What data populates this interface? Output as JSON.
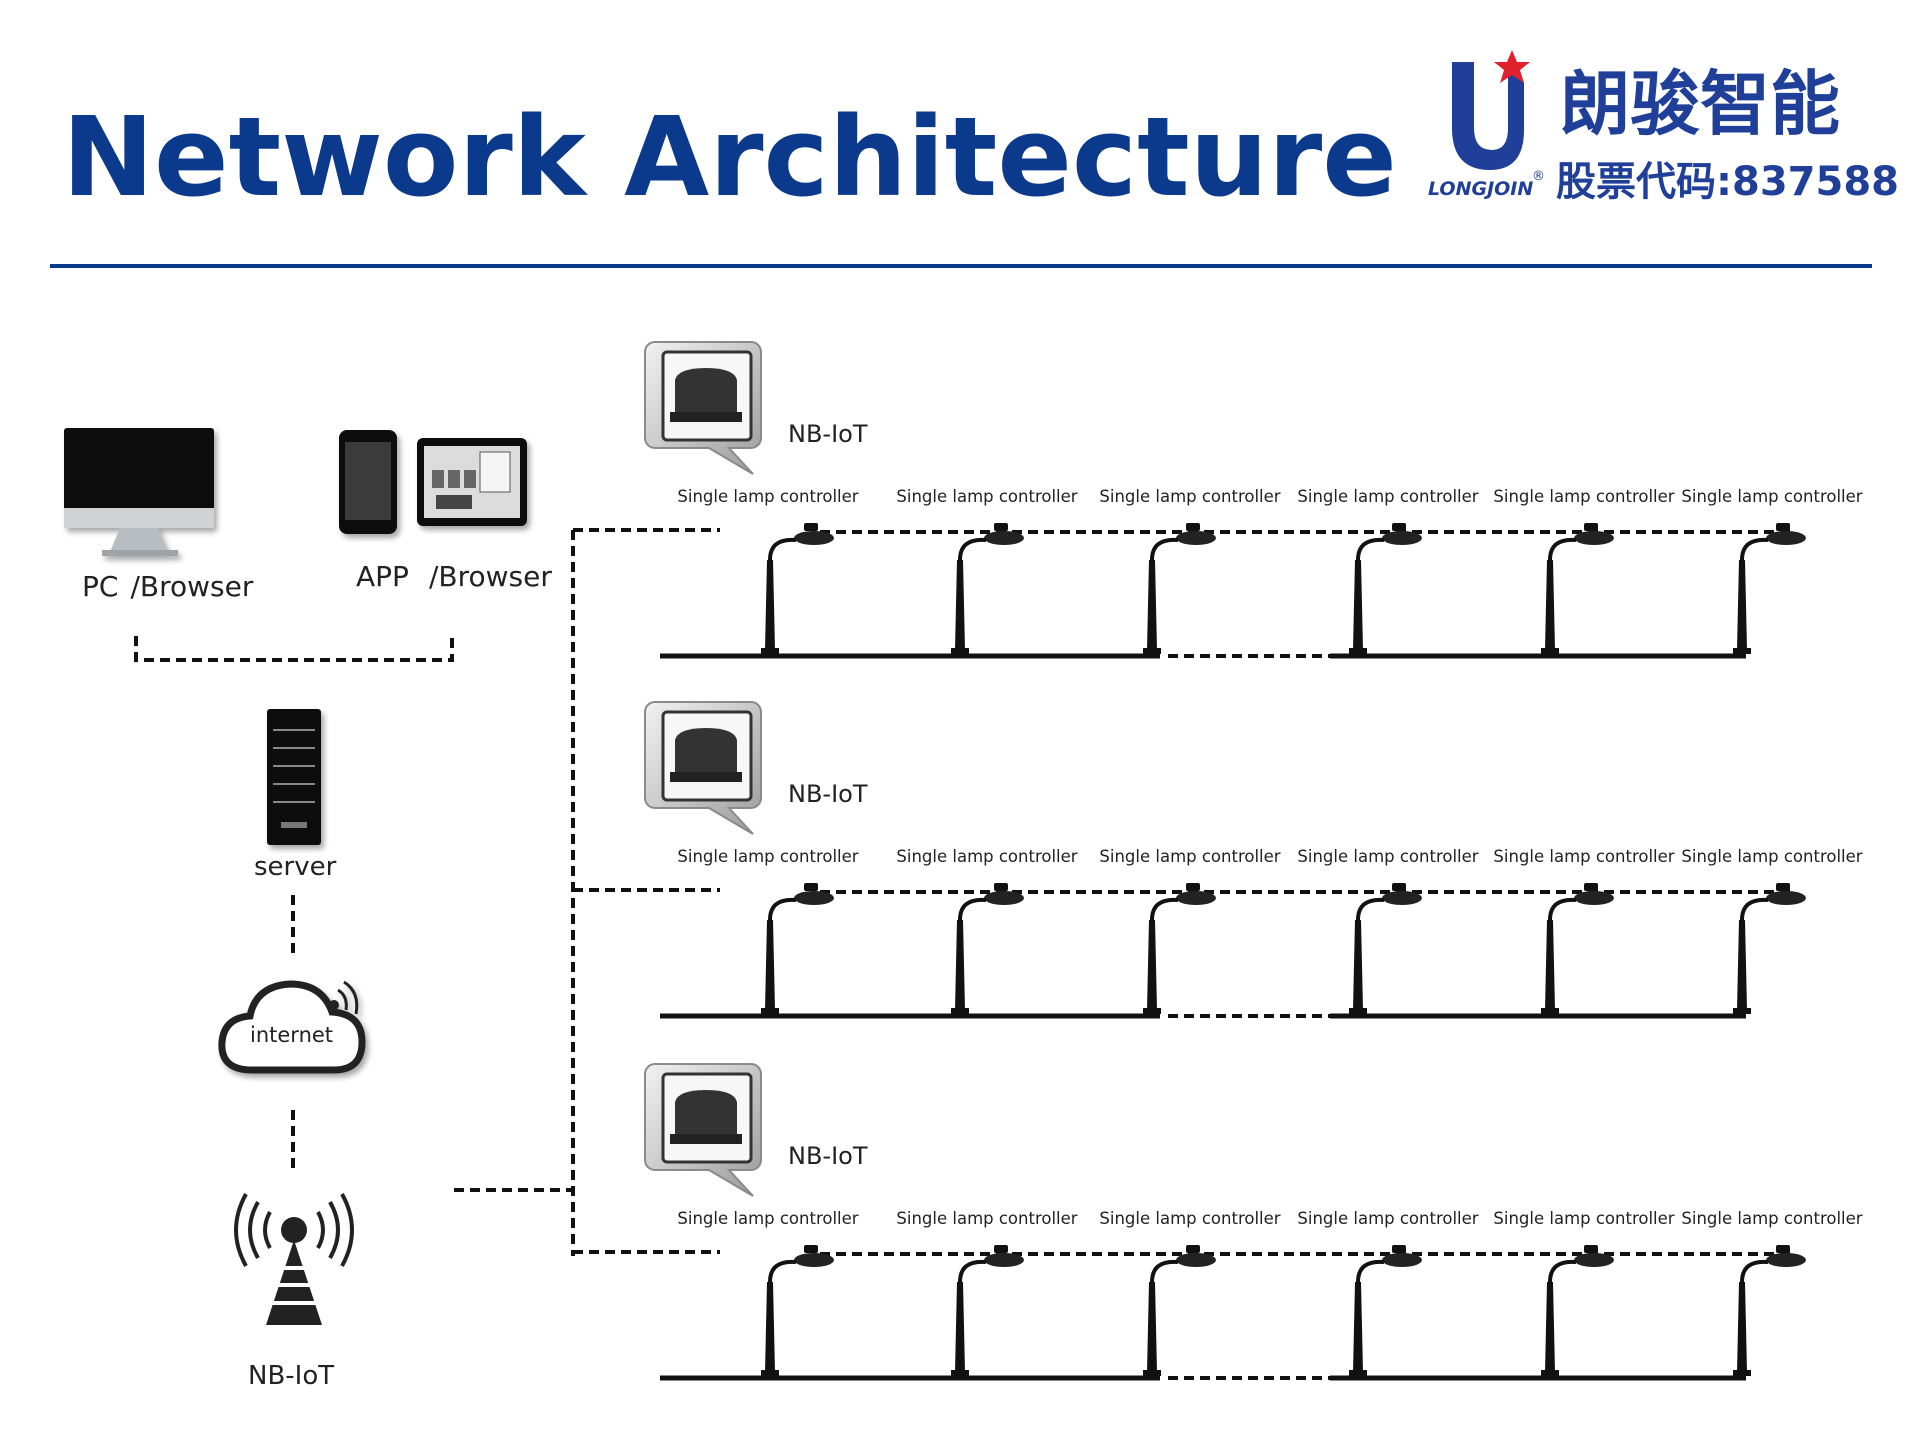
{
  "page_title": "Network Architecture",
  "brand": {
    "name_cn": "朗骏智能",
    "stock_prefix": "股票代码:",
    "stock_code": "837588",
    "logo_text": "LONGJOIN",
    "registered_mark": "®"
  },
  "left": {
    "pc_label_a": "PC",
    "pc_label_b": "/Browser",
    "app_label_a": "APP",
    "app_label_b": "/Browser",
    "server_label": "server",
    "internet_label": "internet",
    "tower_label": "NB-IoT"
  },
  "rows": [
    {
      "gateway_label": "NB-IoT",
      "controllers": [
        "Single lamp controller",
        "Single lamp controller",
        "Single lamp controller",
        "Single lamp controller",
        "Single lamp controller",
        "Single lamp controller"
      ]
    },
    {
      "gateway_label": "NB-IoT",
      "controllers": [
        "Single lamp controller",
        "Single lamp controller",
        "Single lamp controller",
        "Single lamp controller",
        "Single lamp controller",
        "Single lamp controller"
      ]
    },
    {
      "gateway_label": "NB-IoT",
      "controllers": [
        "Single lamp controller",
        "Single lamp controller",
        "Single lamp controller",
        "Single lamp controller",
        "Single lamp controller",
        "Single lamp controller"
      ]
    }
  ],
  "colors": {
    "title_blue": "#0b3a8c",
    "logo_blue": "#1f3f99",
    "logo_star_red": "#e0212b",
    "line_black": "#111111"
  }
}
